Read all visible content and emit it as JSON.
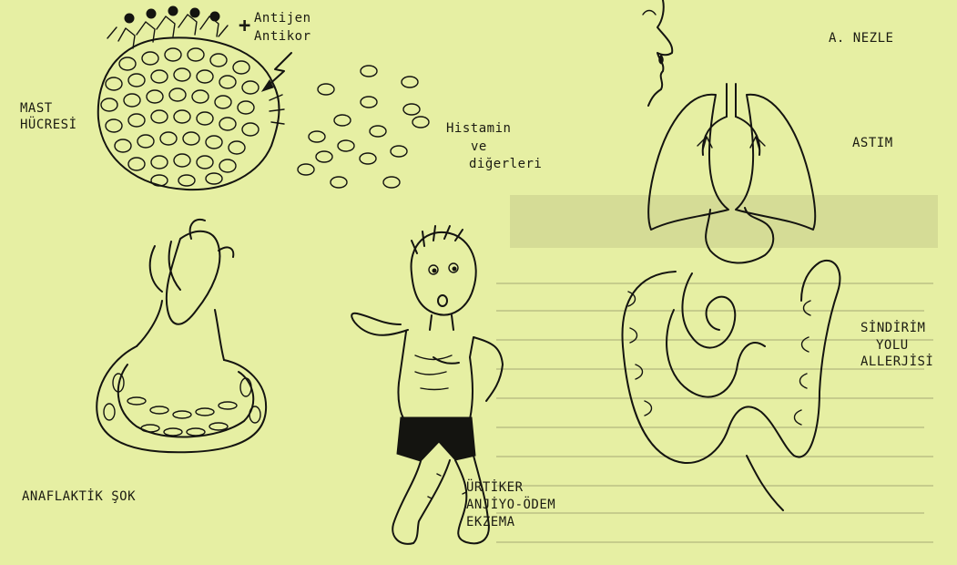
{
  "labels": {
    "antijen": "Antijen",
    "antikor": "Antikor",
    "plus": "+",
    "mast_line1": "MAST",
    "mast_line2": "HÜCRESİ",
    "histamin_line1": "Histamin",
    "histamin_line2": "ve",
    "histamin_line3": "diğerleri",
    "nezle": "A. NEZLE",
    "astim": "ASTIM",
    "sindirim_line1": "SİNDİRİM",
    "sindirim_line2": "YOLU",
    "sindirim_line3": "ALLERJİSİ",
    "anaflaktik": "ANAFLAKTİK ŞOK",
    "urtiker_line1": "ÜRTİKER",
    "urtiker_line2": "ANJİYO-ÖDEM",
    "urtiker_line3": "EKZEMA"
  },
  "colors": {
    "paper": "#e6efa3",
    "ink": "#141410",
    "bleed_through": "#c6cc8c"
  }
}
